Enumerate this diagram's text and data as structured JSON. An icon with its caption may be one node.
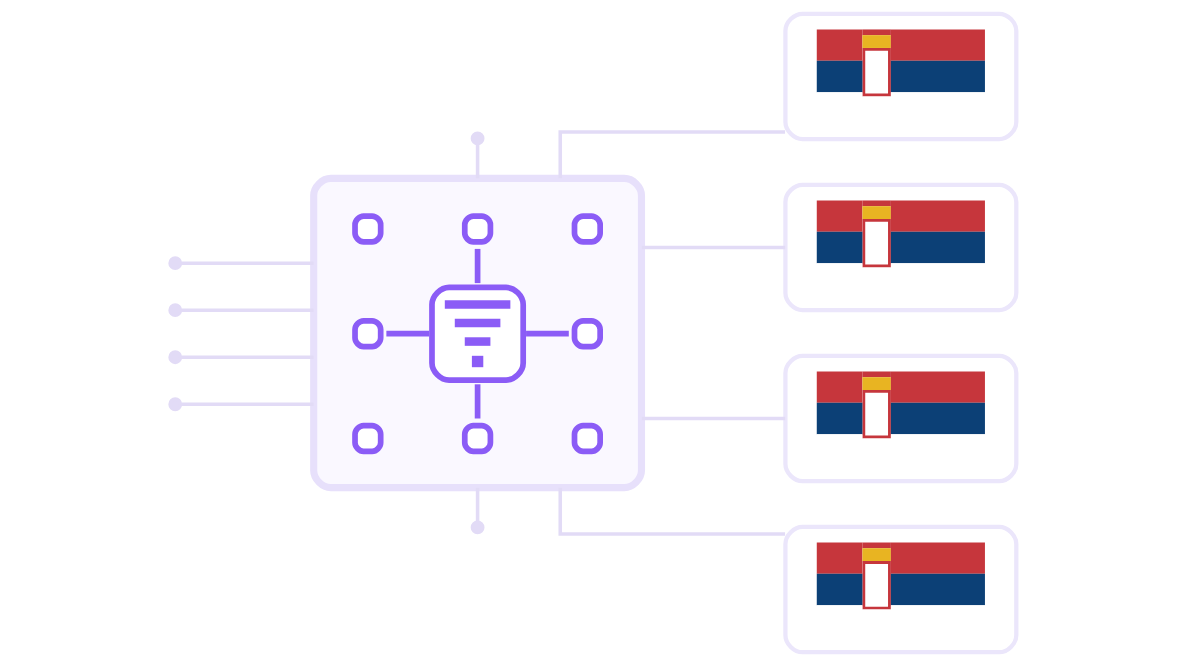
{
  "diagram": {
    "nodes": [
      {
        "text": [],
        "shape": "picture"
      },
      {
        "text": [],
        "shape": "picture"
      },
      {
        "text": [],
        "shape": "picture"
      },
      {
        "text": [],
        "shape": "picture"
      },
      {
        "text": [],
        "shape": "picture"
      }
    ],
    "edges": [
      {
        "from": 0,
        "to": 1,
        "arrow": "none"
      },
      {
        "from": 0,
        "to": 2,
        "arrow": "none"
      },
      {
        "from": 0,
        "to": 3,
        "arrow": "none"
      },
      {
        "from": 0,
        "to": 4,
        "arrow": "none"
      },
      {
        "from": 0,
        "to": null,
        "arrow": "other"
      },
      {
        "from": 0,
        "to": null,
        "arrow": "other"
      },
      {
        "from": 0,
        "to": null,
        "arrow": "other"
      },
      {
        "from": 0,
        "to": null,
        "arrow": "other"
      },
      {
        "from": 0,
        "to": null,
        "arrow": "other"
      },
      {
        "from": 0,
        "to": null,
        "arrow": "other"
      }
    ]
  }
}
